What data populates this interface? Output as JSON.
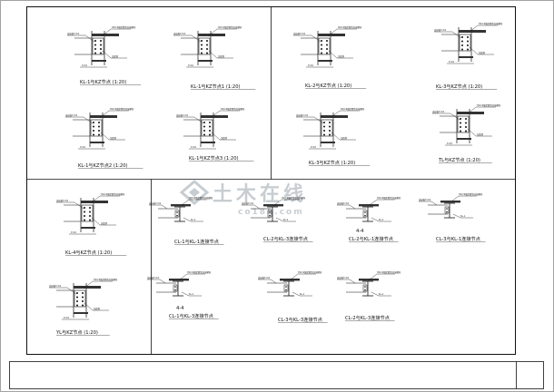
{
  "watermark": {
    "title": "土木在线",
    "subtitle": "co188.com",
    "color": "#9aa6ad"
  },
  "colors": {
    "line": "#111111",
    "hatch": "#333333"
  },
  "details": [
    {
      "id": "d1",
      "caption": "KL-1与KZ节点 (1:20)",
      "variant": "column"
    },
    {
      "id": "d2",
      "caption": "KL-1与KZ节点1 (1:20)",
      "variant": "column"
    },
    {
      "id": "d3",
      "caption": "KL-2与KZ节点 (1:20)",
      "variant": "column"
    },
    {
      "id": "d4",
      "caption": "KL-3与KZ节点 (1:20)",
      "variant": "column"
    },
    {
      "id": "d5",
      "caption": "KL-1与KZ节点2 (1:20)",
      "variant": "column"
    },
    {
      "id": "d6",
      "caption": "KL-1与KZ节点3 (1:20)",
      "variant": "column"
    },
    {
      "id": "d7",
      "caption": "KL-3与KZ节点 (1:20)",
      "variant": "column"
    },
    {
      "id": "d8",
      "caption": "TL与KZ节点 (1:20)",
      "variant": "column"
    },
    {
      "id": "d9",
      "caption": "KL-4与KZ节点 (1:20)",
      "variant": "column"
    },
    {
      "id": "d10",
      "caption": "YL与KZ节点 (1:20)",
      "variant": "column"
    },
    {
      "id": "b1",
      "caption": "CL-1与KL-1连接节点",
      "variant": "beam"
    },
    {
      "id": "b2",
      "caption": "CL-2与KL-3连接节点",
      "variant": "beam"
    },
    {
      "id": "b3",
      "caption": "CL-2与KL-1连接节点",
      "variant": "beam",
      "section_mark": "4-4"
    },
    {
      "id": "b4",
      "caption": "CL-3与KL-1连接节点",
      "variant": "beam"
    },
    {
      "id": "b5",
      "caption": "CL-1与KL-3连接节点",
      "variant": "beam",
      "section_mark": "4-4"
    },
    {
      "id": "b6",
      "caption": "CL-3与KL-3连接节点",
      "variant": "beam"
    },
    {
      "id": "b7",
      "caption": "CL-2与KL-3连接节点",
      "variant": "beam"
    }
  ],
  "callout_text": {
    "weld": "H10.9级摩擦型高强螺栓",
    "plate": "连接板t=10",
    "stiffener": "加劲肋",
    "mark_a": "KL-1",
    "mark_b": "A-A",
    "mark_c": "t=10"
  }
}
